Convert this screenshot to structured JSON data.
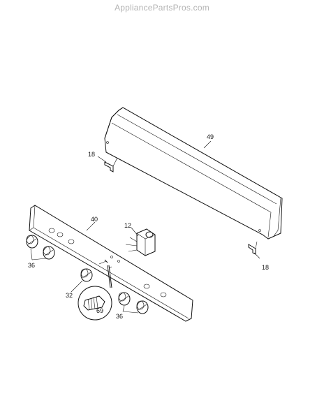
{
  "watermark": "AppliancePartsPros.com",
  "callouts": {
    "backguard": "49",
    "bracket_left": "18",
    "bracket_right": "18",
    "control_panel": "40",
    "switch": "12",
    "knobs_left": "36",
    "knob_single": "32",
    "screw": "69",
    "knobs_right": "36"
  }
}
